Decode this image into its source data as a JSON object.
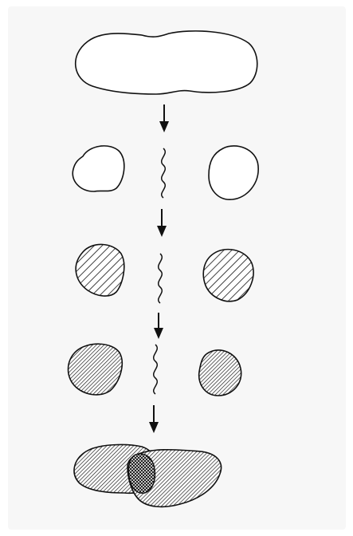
{
  "diagram": {
    "stages": [
      {
        "id": "stage-1",
        "shapes": [
          "single-elongated-outline"
        ]
      },
      {
        "id": "stage-2",
        "shapes": [
          "left-outline",
          "right-outline"
        ],
        "separator": "wavy-line"
      },
      {
        "id": "stage-3",
        "shapes": [
          "left-sparse-hatched",
          "right-sparse-hatched"
        ],
        "separator": "wavy-line"
      },
      {
        "id": "stage-4",
        "shapes": [
          "left-dense-hatched",
          "right-dense-hatched"
        ],
        "separator": "wavy-line"
      },
      {
        "id": "stage-5",
        "shapes": [
          "left-merged-hatched",
          "right-merged-hatched",
          "overlap-crosshatched"
        ]
      }
    ],
    "arrow_count": 4,
    "colors": {
      "ink": "#111111",
      "background": "#f7f7f7",
      "fill": "#ffffff"
    }
  }
}
